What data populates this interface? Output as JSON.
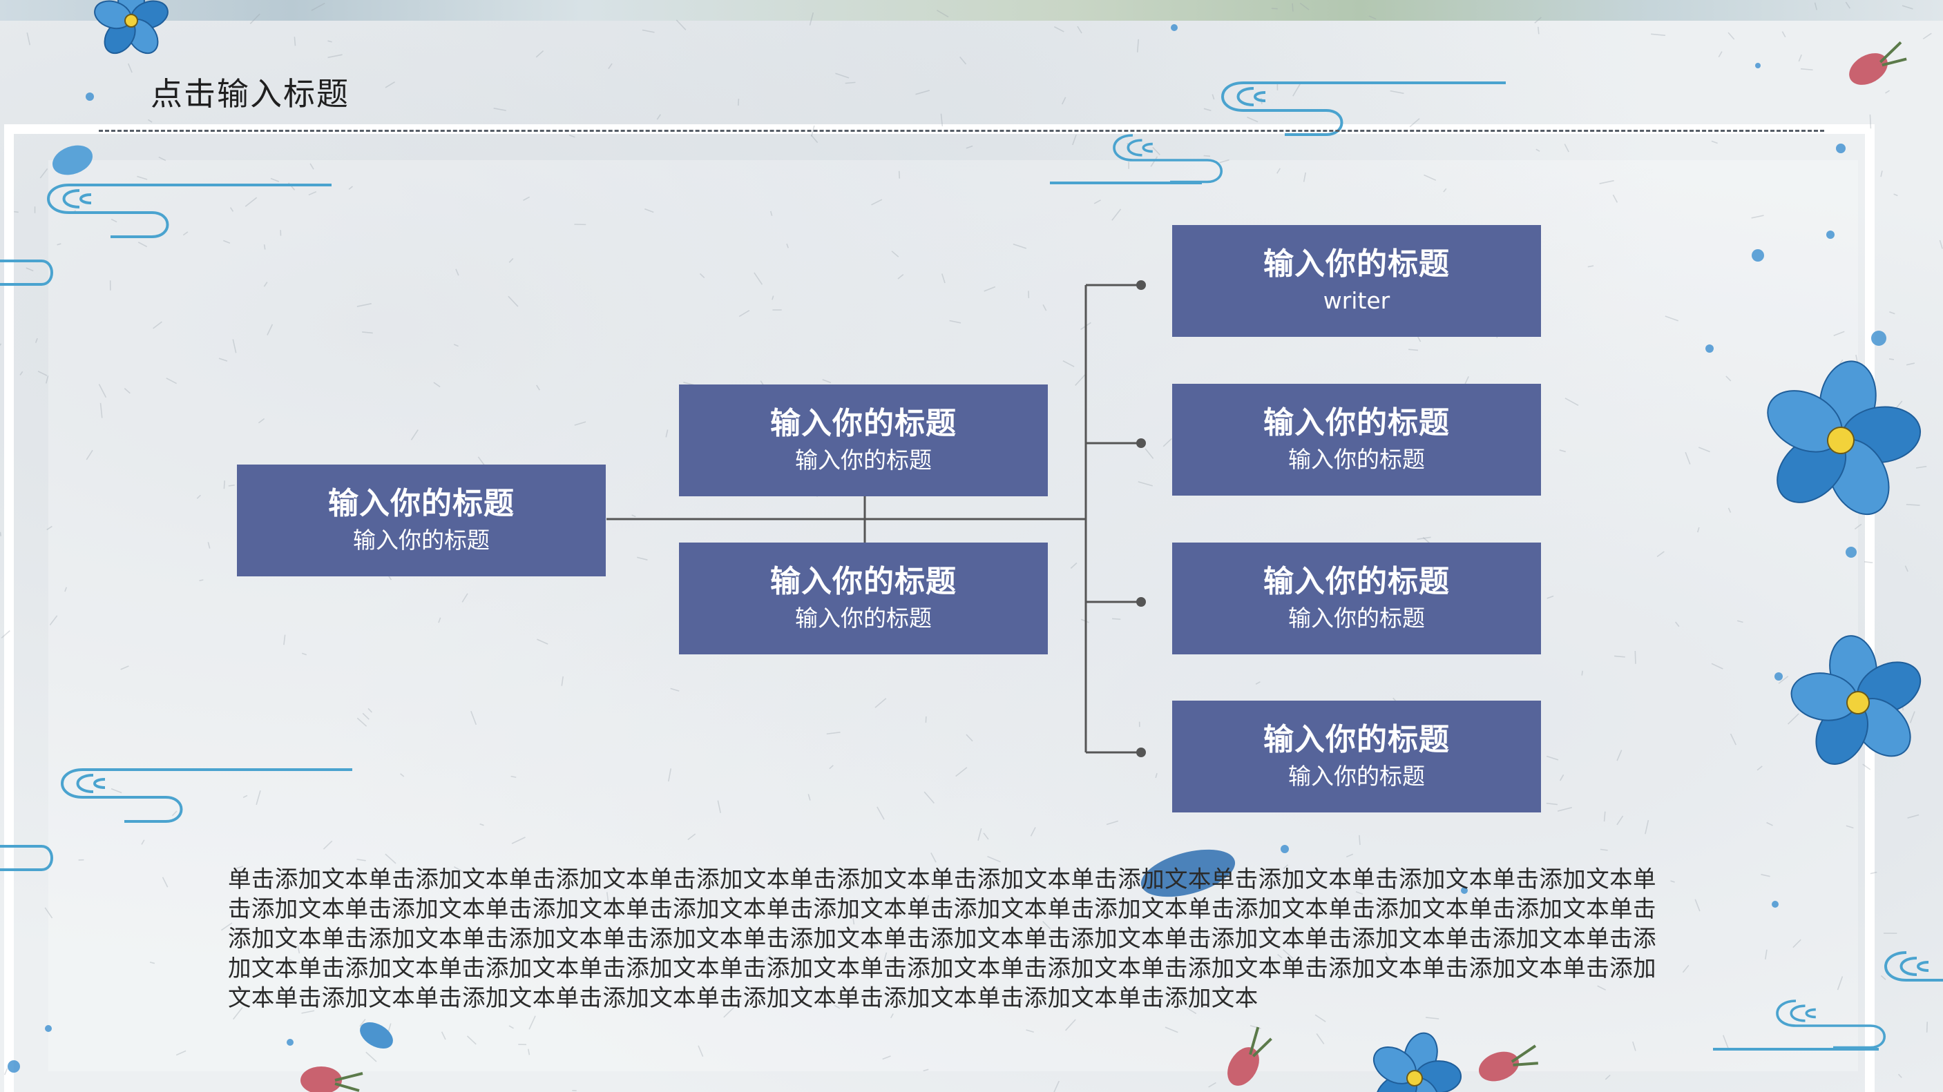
{
  "slide": {
    "title": "点击输入标题"
  },
  "diagram": {
    "root": {
      "title": "输入你的标题",
      "subtitle": "输入你的标题"
    },
    "level2": [
      {
        "title": "输入你的标题",
        "subtitle": "输入你的标题"
      },
      {
        "title": "输入你的标题",
        "subtitle": "输入你的标题"
      }
    ],
    "level3": [
      {
        "title": "输入你的标题",
        "subtitle": "writer"
      },
      {
        "title": "输入你的标题",
        "subtitle": "输入你的标题"
      },
      {
        "title": "输入你的标题",
        "subtitle": "输入你的标题"
      },
      {
        "title": "输入你的标题",
        "subtitle": "输入你的标题"
      }
    ]
  },
  "body_text": "单击添加文本单击添加文本单击添加文本单击添加文本单击添加文本单击添加文本单击添加文本单击添加文本单击添加文本单击添加文本单击添加文本单击添加文本单击添加文本单击添加文本单击添加文本单击添加文本单击添加文本单击添加文本单击添加文本单击添加文本单击添加文本单击添加文本单击添加文本单击添加文本单击添加文本单击添加文本单击添加文本单击添加文本单击添加文本单击添加文本单击添加文本单击添加文本单击添加文本单击添加文本单击添加文本单击添加文本单击添加文本单击添加文本单击添加文本单击添加文本单击添加文本单击添加文本单击添加文本单击添加文本单击添加文本单击添加文本单击添加文本单击添加文本",
  "colors": {
    "box_fill": "#56649a",
    "box_text": "#ffffff",
    "connector": "#555555",
    "accent_blue": "#3c8fd0",
    "cloud_line": "#4aa3cf",
    "petal_pink": "#c9626f"
  },
  "decorations": {
    "icons": [
      "cloud-swirl-icon",
      "forget-me-not-flower-icon",
      "pink-bud-icon",
      "blue-dot-icon"
    ]
  }
}
